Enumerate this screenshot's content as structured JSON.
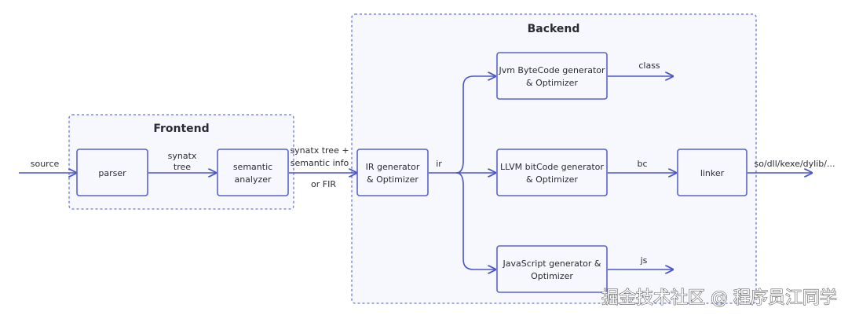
{
  "groups": {
    "frontend": {
      "title": "Frontend"
    },
    "backend": {
      "title": "Backend"
    }
  },
  "nodes": {
    "parser": [
      "parser"
    ],
    "semantic": [
      "semantic",
      "analyzer"
    ],
    "ir": [
      "IR generator",
      "& Optimizer"
    ],
    "jvm": [
      "Jvm ByteCode generator",
      "& Optimizer"
    ],
    "llvm": [
      "LLVM bitCode generator",
      "& Optimizer"
    ],
    "js": [
      "JavaScript generator &",
      "Optimizer"
    ],
    "linker": [
      "linker"
    ]
  },
  "edge_labels": {
    "source": [
      "source"
    ],
    "synatx_tree": [
      "synatx",
      "tree"
    ],
    "frontend_out": [
      "synatx tree +",
      "semantic info"
    ],
    "or_fir": [
      "or FIR"
    ],
    "ir": [
      "ir"
    ],
    "class": [
      "class"
    ],
    "bc": [
      "bc"
    ],
    "js": [
      "js"
    ],
    "output": [
      "so/dll/kexe/dylib/..."
    ]
  },
  "watermark": "掘金技术社区 @ 程序员江同学",
  "colors": {
    "accent": "#4a55c7",
    "box_fill": "#f7f8fd",
    "text": "#2b2b36"
  }
}
